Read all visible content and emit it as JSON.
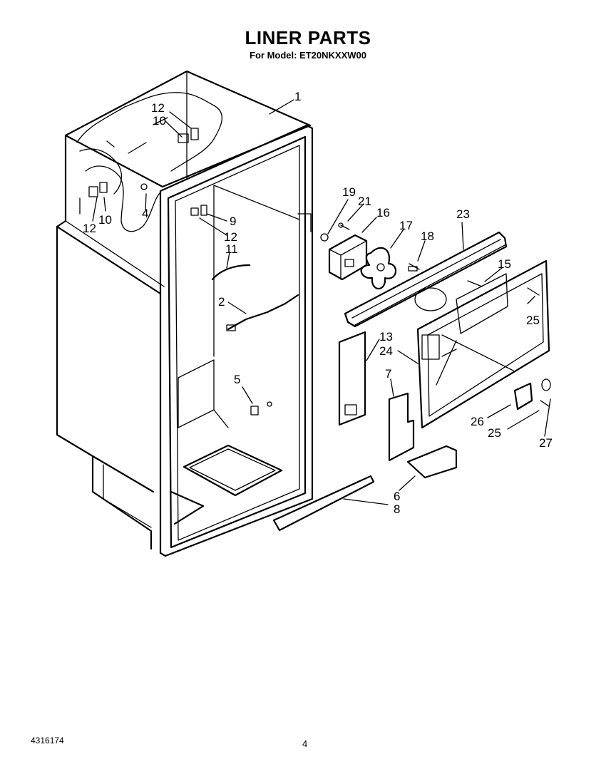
{
  "header": {
    "title": "LINER PARTS",
    "subtitle": "For Model: ET20NKXXW00"
  },
  "callouts": {
    "c1": "1",
    "c2": "2",
    "c4": "4",
    "c5": "5",
    "c6": "6",
    "c7": "7",
    "c8": "8",
    "c9": "9",
    "c10a": "10",
    "c10b": "10",
    "c11": "11",
    "c12a": "12",
    "c12b": "12",
    "c12c": "12",
    "c13": "13",
    "c15": "15",
    "c16": "16",
    "c17": "17",
    "c18": "18",
    "c19": "19",
    "c21": "21",
    "c23": "23",
    "c24": "24",
    "c25a": "25",
    "c25b": "25",
    "c26": "26",
    "c27": "27"
  },
  "footer": {
    "doc_number": "4316174",
    "page_number": "4"
  }
}
